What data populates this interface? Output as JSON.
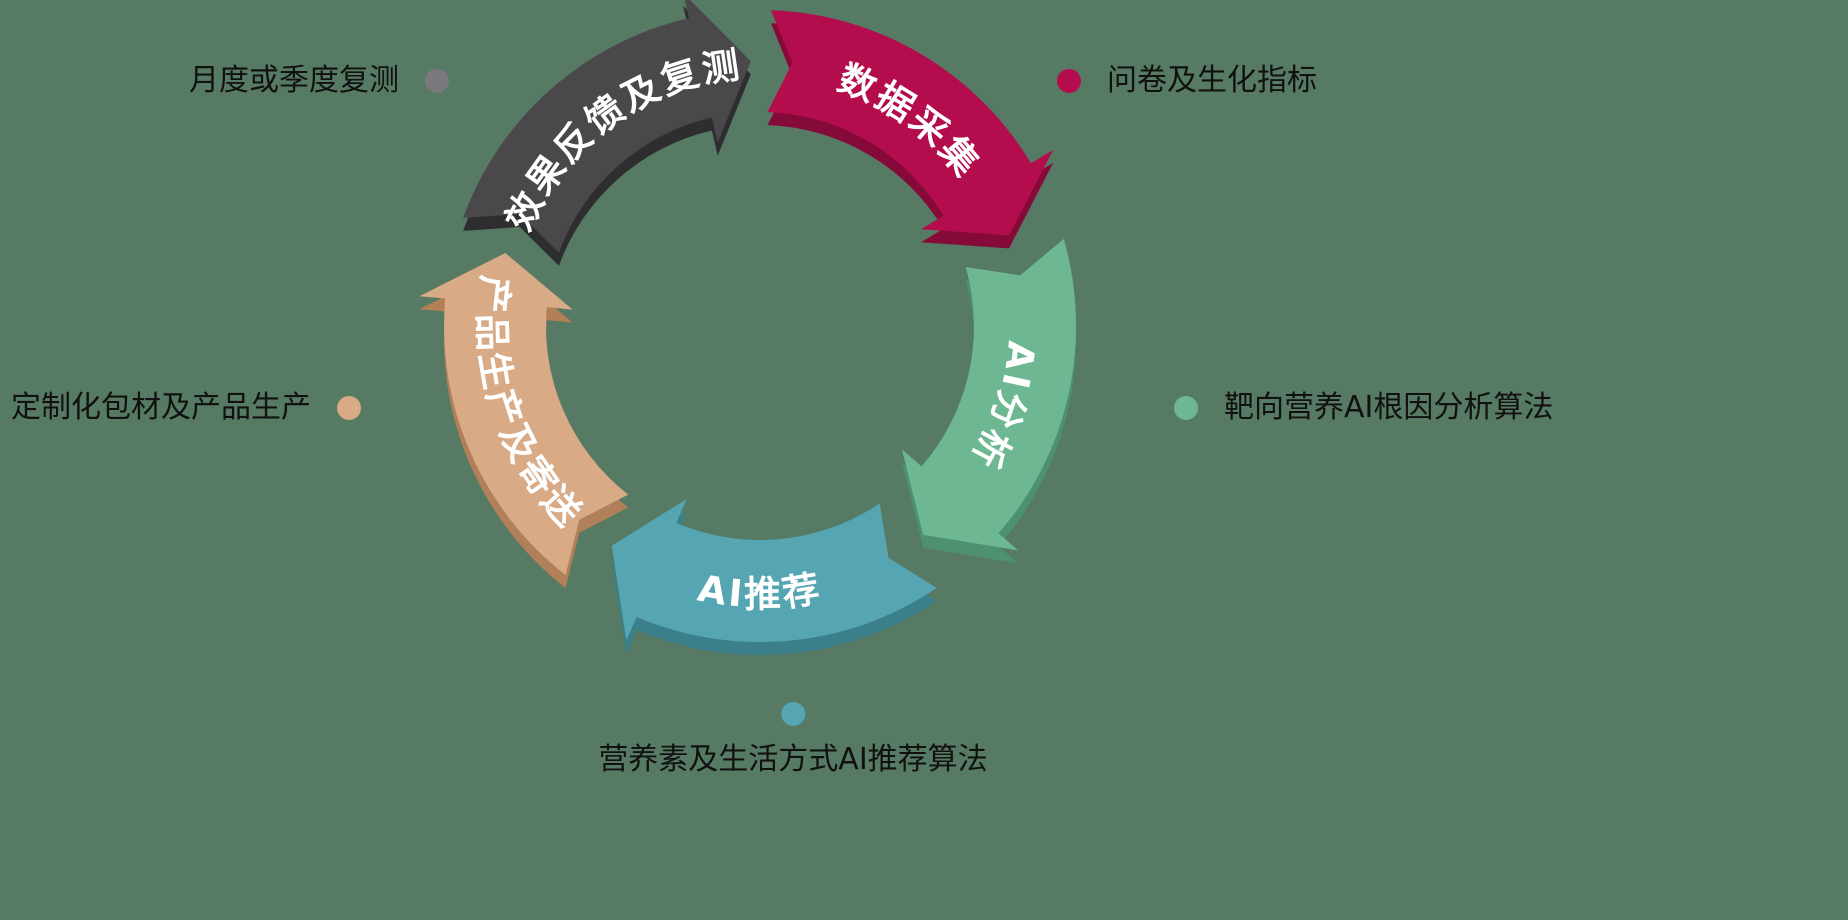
{
  "background_color": "#567a63",
  "diagram": {
    "type": "cycle-arrow-ring",
    "segments": [
      {
        "id": "data-collection",
        "label": "数据采集",
        "color": "#b30d4e",
        "shadow_color": "#850a3a",
        "center_angle": 54,
        "text_dir": "cw"
      },
      {
        "id": "ai-analysis",
        "label": "AI分析",
        "color": "#6db893",
        "shadow_color": "#4d9170",
        "center_angle": -18,
        "text_dir": "cw"
      },
      {
        "id": "ai-recommendation",
        "label": "AI推荐",
        "color": "#55a6b2",
        "shadow_color": "#3b7f8b",
        "center_angle": -90,
        "text_dir": "ccw"
      },
      {
        "id": "production-delivery",
        "label": "产品生产及寄送",
        "color": "#d8aa86",
        "shadow_color": "#b28058",
        "center_angle": -162,
        "text_dir": "ccw"
      },
      {
        "id": "feedback-retest",
        "label": "效果反馈及复测",
        "color": "#4a484b",
        "shadow_color": "#2e2d2f",
        "center_angle": -234,
        "text_dir": "cw"
      }
    ],
    "callouts": [
      {
        "id": "retest-note",
        "label": "月度或季度复测",
        "dot_color": "#7b797e"
      },
      {
        "id": "questionnaire-note",
        "label": "问卷及生化指标",
        "dot_color": "#b30d4e"
      },
      {
        "id": "root-cause-note",
        "label": "靶向营养AI根因分析算法",
        "dot_color": "#6db893"
      },
      {
        "id": "recommendation-note",
        "label": "营养素及生活方式AI推荐算法",
        "dot_color": "#55a6b2"
      },
      {
        "id": "packaging-note",
        "label": "定制化包材及产品生产",
        "dot_color": "#d8aa86"
      }
    ]
  }
}
